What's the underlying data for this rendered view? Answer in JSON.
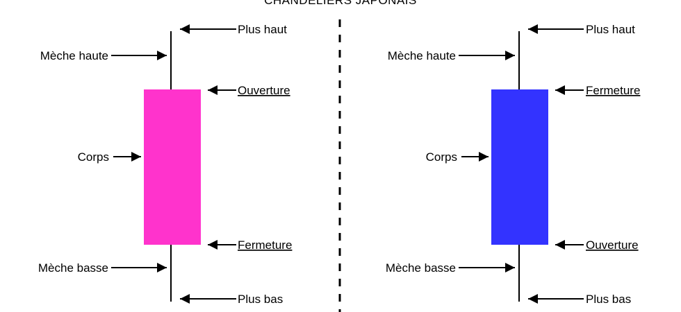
{
  "title": "CHANDELIERS JAPONAIS",
  "colors": {
    "bullish_body": "#FF33CC",
    "bearish_body": "#3333FF",
    "line": "#000000"
  },
  "candles": [
    {
      "name": "bullish",
      "labels": {
        "high": "Plus haut",
        "upper_wick": "Mèche haute",
        "top_of_body": "Ouverture",
        "body": "Corps",
        "bottom_of_body": "Fermeture",
        "lower_wick": "Mèche basse",
        "low": "Plus bas"
      }
    },
    {
      "name": "bearish",
      "labels": {
        "high": "Plus haut",
        "upper_wick": "Mèche haute",
        "top_of_body": "Fermeture",
        "body": "Corps",
        "bottom_of_body": "Ouverture",
        "lower_wick": "Mèche basse",
        "low": "Plus bas"
      }
    }
  ]
}
